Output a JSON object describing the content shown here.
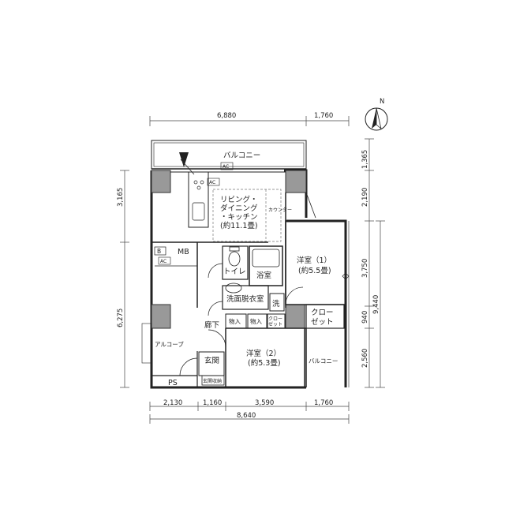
{
  "compass": {
    "label": "N"
  },
  "dimensions": {
    "top_1": "6,880",
    "top_2": "1,760",
    "left_1": "3,165",
    "left_2": "6,275",
    "right_1": "1,365",
    "right_2": "2,190",
    "right_3": "3,750",
    "right_4": "940",
    "right_5": "2,560",
    "right_total": "9,440",
    "bottom_1": "2,130",
    "bottom_2": "1,160",
    "bottom_3": "3,590",
    "bottom_4": "1,760",
    "bottom_total": "8,640"
  },
  "rooms": {
    "balcony_top": "バルコニー",
    "ac_1": "AC",
    "ac_2": "AC",
    "ac_3": "AC",
    "ldk_line1": "リビング・",
    "ldk_line2": "ダイニング",
    "ldk_line3": "・キッチン",
    "ldk_size": "(約11.1畳)",
    "counter": "カウンター",
    "b_label": "B",
    "mb_label": "MB",
    "toilet": "トイレ",
    "bath": "浴室",
    "bedroom1": "洋室（1）",
    "bedroom1_size": "(約5.5畳)",
    "washroom": "洗面脱衣室",
    "wash_machine": "洗",
    "storage_1": "物入",
    "storage_2": "物入",
    "closet_small": "クロー\nゼット",
    "closet_big_1": "クロー",
    "closet_big_2": "ゼット",
    "hallway": "廊下",
    "alcove": "アルコーブ",
    "bedroom2": "洋室（2）",
    "bedroom2_size": "(約5.3畳)",
    "entrance": "玄関",
    "shoe_storage": "玄関収納",
    "balcony_right": "バルコニー",
    "ps": "PS"
  }
}
